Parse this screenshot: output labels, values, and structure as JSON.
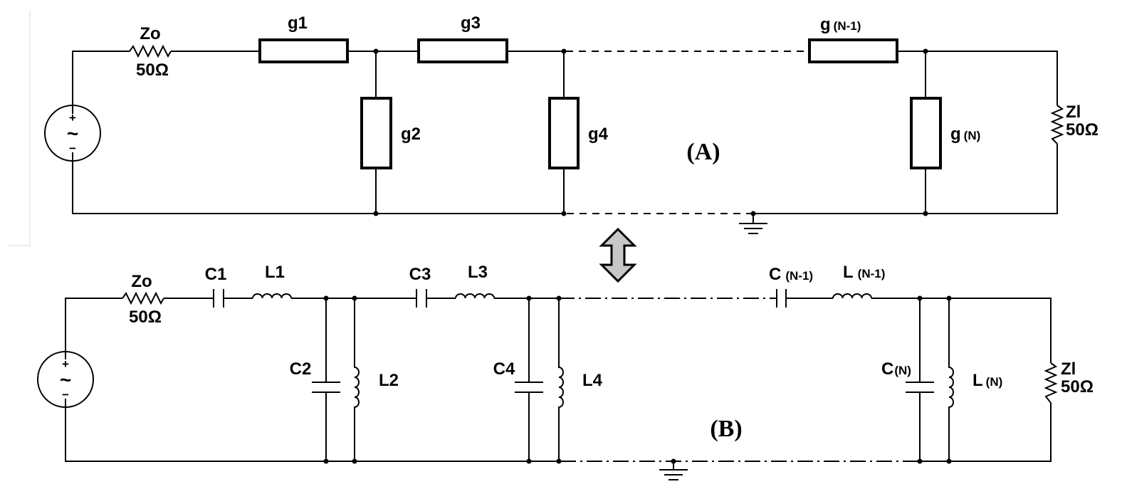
{
  "panels": {
    "a": {
      "label": "(A)",
      "source_symbol": "~",
      "source_plus": "+",
      "source_minus": "−",
      "zo": {
        "name": "Zo",
        "value": "50Ω"
      },
      "zl": {
        "name": "Zl",
        "value": "50Ω"
      },
      "g1": "g1",
      "g2": "g2",
      "g3": "g3",
      "g4": "g4",
      "gn1": {
        "main": "g",
        "sub": "(N-1)"
      },
      "gn": {
        "main": "g",
        "sub": "(N)"
      }
    },
    "b": {
      "label": "(B)",
      "source_symbol": "~",
      "source_plus": "+",
      "source_minus": "−",
      "zo": {
        "name": "Zo",
        "value": "50Ω"
      },
      "zl": {
        "name": "Zl",
        "value": "50Ω"
      },
      "c1": "C1",
      "l1": "L1",
      "c2": "C2",
      "l2": "L2",
      "c3": "C3",
      "l3": "L3",
      "c4": "C4",
      "l4": "L4",
      "cn1": {
        "main": "C",
        "sub": "(N-1)"
      },
      "ln1": {
        "main": "L",
        "sub": "(N-1)"
      },
      "cn": {
        "main": "C",
        "sub": "(N)"
      },
      "ln": {
        "main": "L",
        "sub": "(N)"
      }
    }
  }
}
